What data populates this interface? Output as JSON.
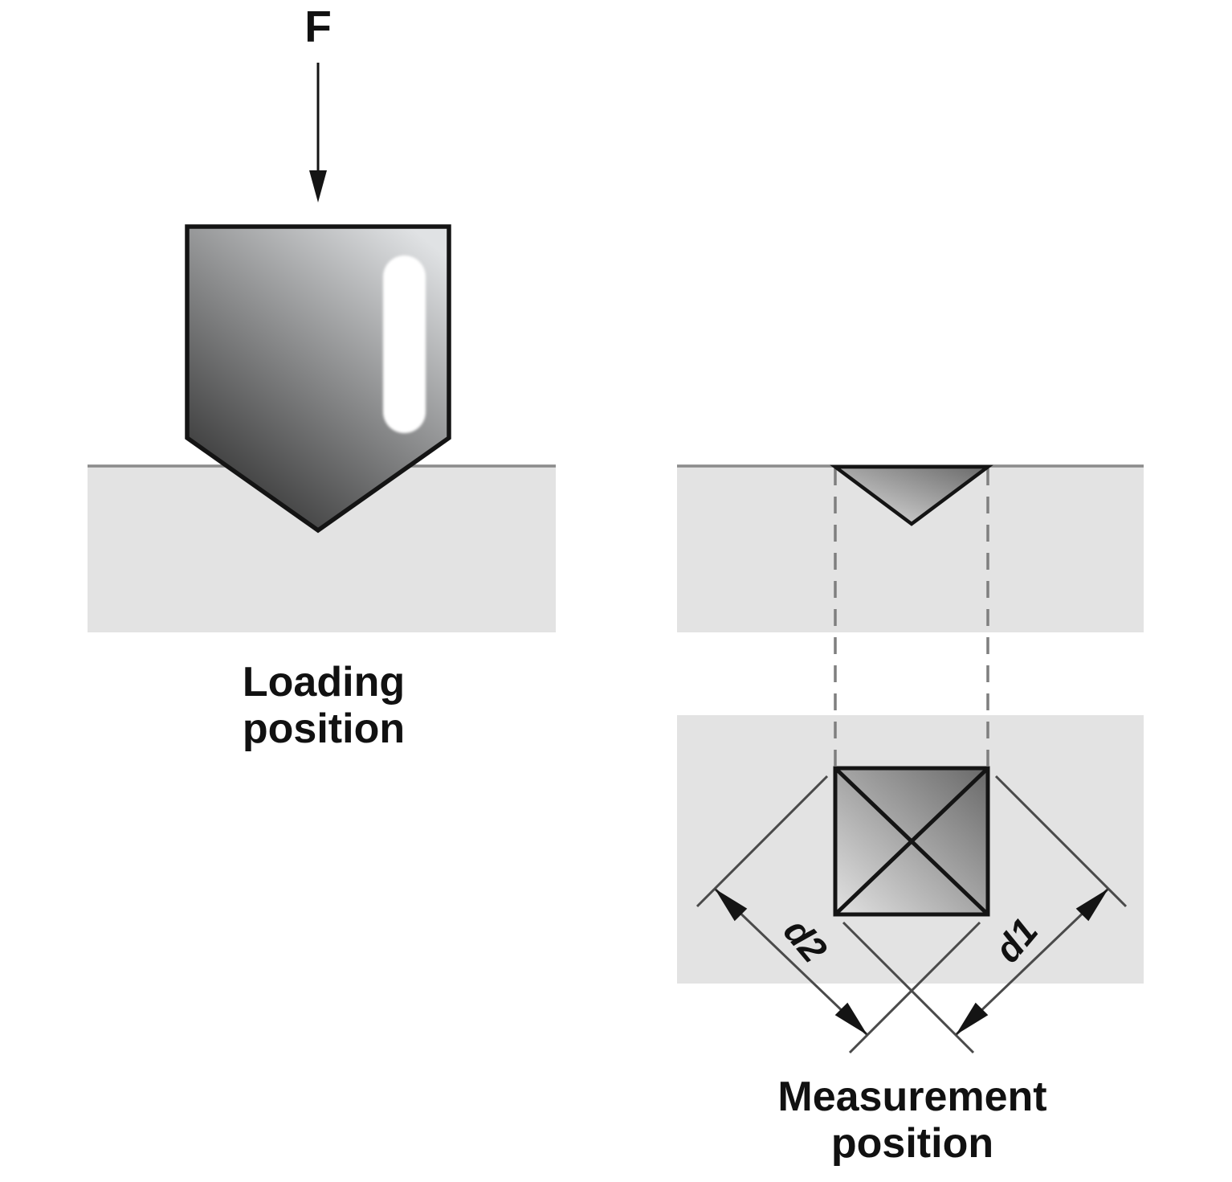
{
  "diagram": {
    "force_label": "F",
    "left_caption": {
      "line1": "Loading",
      "line2": "position"
    },
    "right_caption": {
      "line1": "Measurement",
      "line2": "position"
    },
    "dimension_labels": {
      "d1": "d1",
      "d2": "d2"
    },
    "colors": {
      "background": "#ffffff",
      "specimen": "#e3e3e3",
      "surface_line": "#8c8c8c",
      "outline": "#141414",
      "dash_line": "#7f7f7f",
      "dim_line": "#4a4a4a",
      "arrow": "#141414",
      "text": "#111111",
      "indenter_light": "#e0e2e4",
      "indenter_dark": "#2b2b2b",
      "indent_light": "#e2e2e2",
      "indent_dark": "#696969",
      "slot_white": "#ffffff"
    }
  }
}
